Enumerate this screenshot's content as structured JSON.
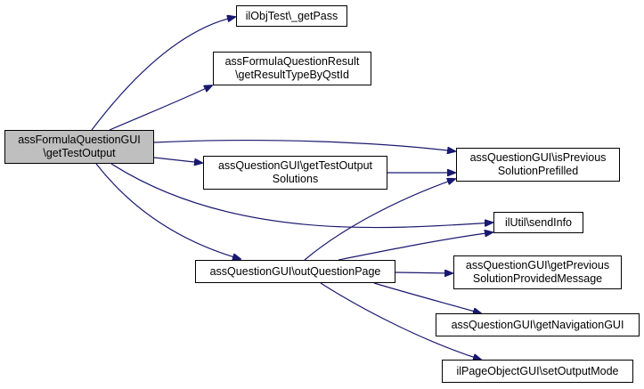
{
  "colors": {
    "edge": "#191970",
    "node_border": "#000000",
    "node_fill": "#ffffff",
    "root_fill": "#bfbfbf"
  },
  "nodes": {
    "root": {
      "line1": "assFormulaQuestionGUI",
      "line2": "\\getTestOutput"
    },
    "get_pass": {
      "line1": "ilObjTest\\_getPass"
    },
    "result_type": {
      "line1": "assFormulaQuestionResult",
      "line2": "\\getResultTypeByQstId"
    },
    "test_output_solutions": {
      "line1": "assQuestionGUI\\getTestOutput",
      "line2": "Solutions"
    },
    "is_previous_prefilled": {
      "line1": "assQuestionGUI\\isPrevious",
      "line2": "SolutionPrefilled"
    },
    "send_info": {
      "line1": "ilUtil\\sendInfo"
    },
    "out_question_page": {
      "line1": "assQuestionGUI\\outQuestionPage"
    },
    "previous_solution_message": {
      "line1": "assQuestionGUI\\getPrevious",
      "line2": "SolutionProvidedMessage"
    },
    "navigation_gui": {
      "line1": "assQuestionGUI\\getNavigationGUI"
    },
    "set_output_mode": {
      "line1": "ilPageObjectGUI\\setOutputMode"
    }
  },
  "edges": [
    {
      "from": "root",
      "to": "get_pass"
    },
    {
      "from": "root",
      "to": "result_type"
    },
    {
      "from": "root",
      "to": "is_previous_prefilled"
    },
    {
      "from": "root",
      "to": "test_output_solutions"
    },
    {
      "from": "root",
      "to": "send_info"
    },
    {
      "from": "root",
      "to": "out_question_page"
    },
    {
      "from": "test_output_solutions",
      "to": "is_previous_prefilled"
    },
    {
      "from": "out_question_page",
      "to": "is_previous_prefilled"
    },
    {
      "from": "out_question_page",
      "to": "send_info"
    },
    {
      "from": "out_question_page",
      "to": "previous_solution_message"
    },
    {
      "from": "out_question_page",
      "to": "navigation_gui"
    },
    {
      "from": "out_question_page",
      "to": "set_output_mode"
    }
  ]
}
